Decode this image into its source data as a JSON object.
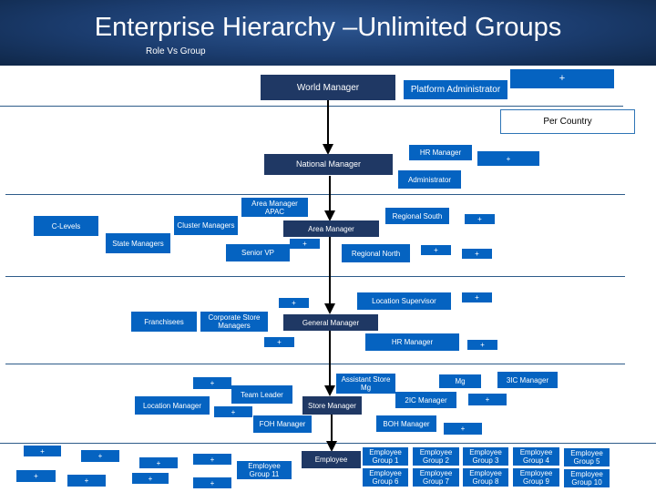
{
  "header": {
    "title": "Enterprise Hierarchy –Unlimited Groups",
    "subtitle": "Role Vs Group"
  },
  "chain": {
    "world_manager": "World Manager",
    "national_manager": "National Manager",
    "area_manager": "Area Manager",
    "general_manager": "General Manager",
    "store_manager": "Store Manager",
    "employee": "Employee"
  },
  "tier1": {
    "platform_administrator": "Platform Administrator",
    "add": "+",
    "per_country": "Per Country"
  },
  "tier2": {
    "hr_manager": "HR Manager",
    "add": "+",
    "administrator": "Administrator"
  },
  "tier3": {
    "area_manager_apac": "Area Manager APAC",
    "c_levels": "C-Levels",
    "cluster_managers": "Cluster Managers",
    "state_managers": "State Managers",
    "senior_vp": "Senior VP",
    "regional_south": "Regional South",
    "regional_north": "Regional North",
    "add": "+"
  },
  "tier4": {
    "location_supervisor": "Location Supervisor",
    "franchisees": "Franchisees",
    "corporate_store_managers": "Corporate Store Managers",
    "hr_manager": "HR Manager",
    "add": "+"
  },
  "tier5": {
    "assistant_store_mg": "Assistant Store Mg",
    "mg": "Mg",
    "3ic_manager": "3IC Manager",
    "team_leader": "Team Leader",
    "location_manager": "Location Manager",
    "2ic_manager": "2IC Manager",
    "foh_manager": "FOH Manager",
    "boh_manager": "BOH Manager",
    "add": "+"
  },
  "tier6": {
    "add": "+",
    "employee_group_11": "Employee Group 11",
    "employee_groups": [
      "Employee Group 1",
      "Employee Group 2",
      "Employee Group 3",
      "Employee Group 4",
      "Employee Group 5",
      "Employee Group 6",
      "Employee Group 7",
      "Employee Group 8",
      "Employee Group 9",
      "Employee Group 10"
    ]
  },
  "colors": {
    "banner": "#1b3c6e",
    "chain_box": "#1f3864",
    "role_box": "#0563c1",
    "separator": "#2e5c8a",
    "connector": "#000000"
  }
}
